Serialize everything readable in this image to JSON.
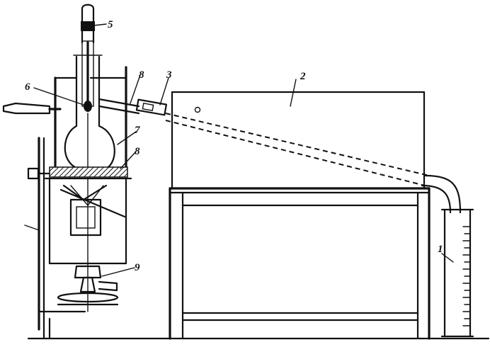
{
  "labels": {
    "l1": "1",
    "l2": "2",
    "l3": "3",
    "l5": "5",
    "l6": "6",
    "l7": "7",
    "l8_top": "8",
    "l8_mid": "8",
    "l9": "9"
  },
  "colors": {
    "ink": "#111111",
    "paper": "#ffffff"
  }
}
